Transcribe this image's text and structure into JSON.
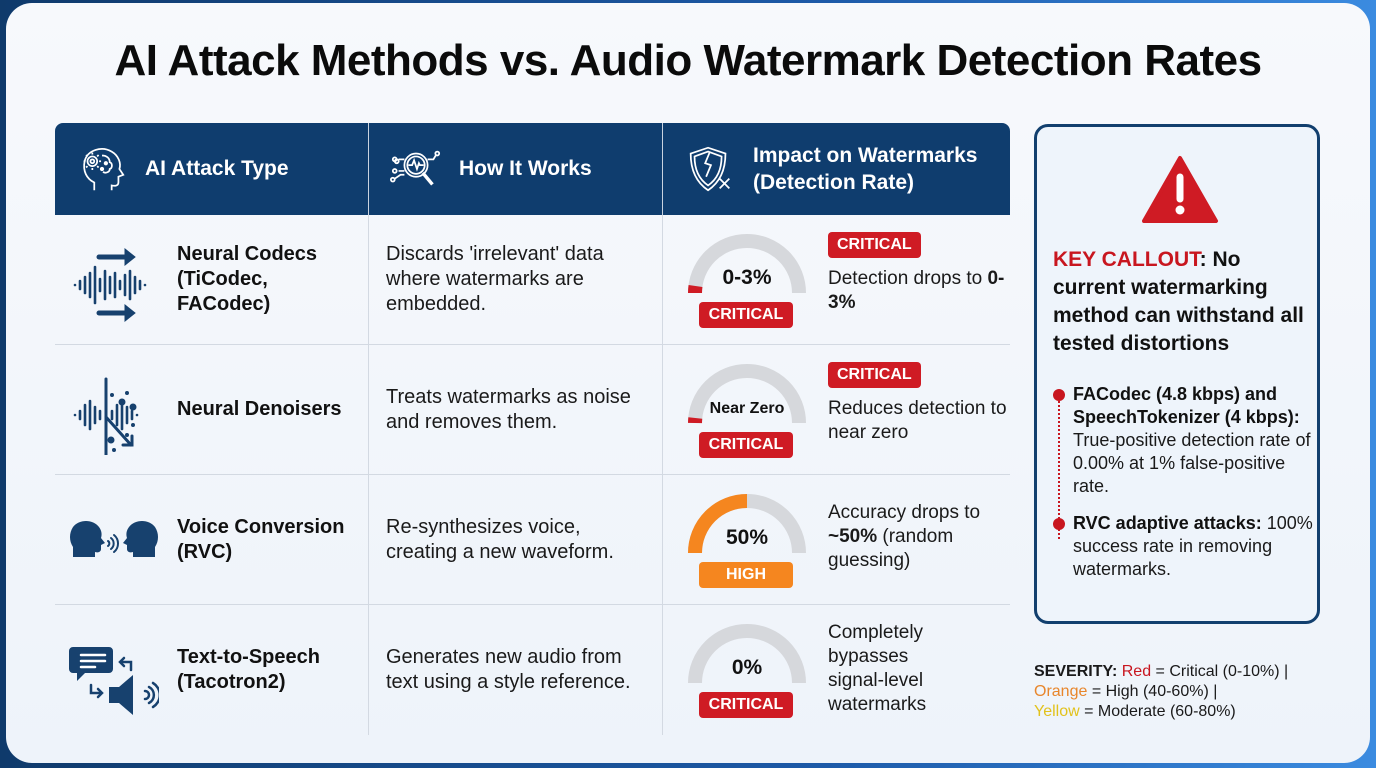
{
  "title": "AI Attack Methods vs. Audio Watermark Detection Rates",
  "table": {
    "headers": [
      {
        "label": "AI Attack Type",
        "icon": "brain-gear-head-icon"
      },
      {
        "label": "How It Works",
        "icon": "magnifier-waveform-icon"
      },
      {
        "label": "Impact on Watermarks (Detection Rate)",
        "label_line1": "Impact on Watermarks",
        "label_line2": "(Detection Rate)",
        "icon": "broken-shield-icon"
      }
    ],
    "rows": [
      {
        "attack_line1": "Neural Codecs",
        "attack_line2": "(TiCodec,",
        "attack_line3": "FACodec)",
        "icon": "waveform-arrows-icon",
        "how": "Discards 'irrelevant' data where watermarks are embedded.",
        "gauge_value": "0-3%",
        "gauge_fill_pct": 3,
        "severity": "CRITICAL",
        "top_badge": "CRITICAL",
        "impact_pre": "Detection drops to ",
        "impact_bold": "0-3%",
        "impact_post": ""
      },
      {
        "attack_line1": "Neural Denoisers",
        "icon": "waveform-denoise-icon",
        "how": "Treats watermarks as noise and removes them.",
        "gauge_value": "Near Zero",
        "gauge_fill_pct": 2,
        "severity": "CRITICAL",
        "top_badge": "CRITICAL",
        "impact_pre": "Reduces detection to near zero",
        "impact_bold": "",
        "impact_post": ""
      },
      {
        "attack_line1": "Voice Conversion",
        "attack_line2": "(RVC)",
        "icon": "two-heads-speaking-icon",
        "how": "Re-synthesizes voice, creating a new waveform.",
        "gauge_value": "50%",
        "gauge_fill_pct": 50,
        "severity": "HIGH",
        "impact_pre": "Accuracy drops to ",
        "impact_bold": "~50%",
        "impact_post": " (random guessing)"
      },
      {
        "attack_line1": "Text-to-Speech",
        "attack_line2": "(Tacotron2)",
        "icon": "chat-to-speaker-icon",
        "how": "Generates new audio from text using a style reference.",
        "gauge_value": "0%",
        "gauge_fill_pct": 0,
        "severity": "CRITICAL",
        "impact_pre": "Completely bypasses signal-level watermarks",
        "impact_bold": "",
        "impact_post": ""
      }
    ]
  },
  "callout": {
    "icon": "warning-triangle-icon",
    "key_label": "KEY CALLOUT",
    "key_text": ": No current watermarking method can withstand all tested distortions",
    "bullets": [
      {
        "bold": "FACodec (4.8 kbps) and SpeechTokenizer (4 kbps):",
        "text": " True-positive detection rate of 0.00% at 1% false-positive rate."
      },
      {
        "bold": "RVC adaptive attacks:",
        "text": " 100% success rate in removing watermarks."
      }
    ]
  },
  "legend": {
    "label": "SEVERITY:",
    "red": "Red",
    "red_text": " = Critical (0-10%) |",
    "orange": "Orange",
    "orange_text": " = High (40-60%) |",
    "yellow": "Yellow",
    "yellow_text": " = Moderate (60-80%)"
  },
  "colors": {
    "navy": "#0f3d6e",
    "critical": "#cf1b24",
    "high": "#f5861f",
    "moderate": "#e2c21c",
    "gauge_track": "#d6d8dc"
  }
}
